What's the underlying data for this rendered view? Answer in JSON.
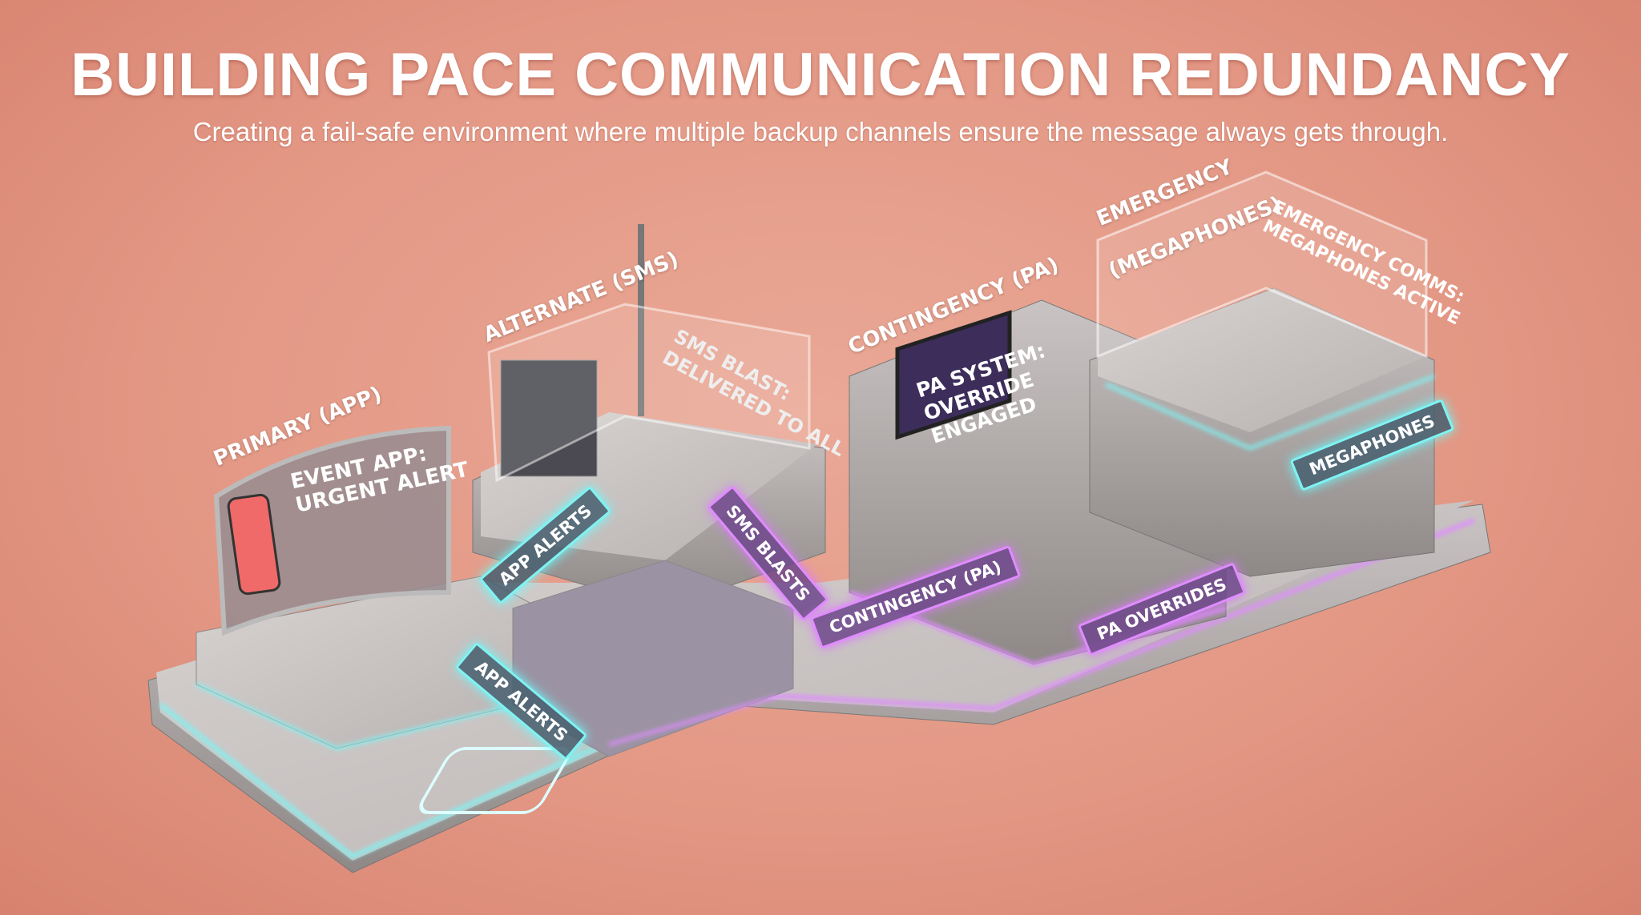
{
  "header": {
    "title": "BUILDING PACE COMMUNICATION REDUNDANCY",
    "subtitle": "Creating a fail-safe environment where multiple backup channels ensure the message always gets through."
  },
  "zones": {
    "primary": {
      "label": "PRIMARY (APP)",
      "screen": "EVENT APP:\nURGENT ALERT"
    },
    "alternate": {
      "label": "ALTERNATE (SMS)",
      "screen": "SMS BLAST:\nDELIVERED TO ALL"
    },
    "contingency": {
      "label": "CONTINGENCY (PA)",
      "screen": "PA SYSTEM:\nOVERRIDE\nENGAGED"
    },
    "emergency": {
      "label_line1": "EMERGENCY",
      "label_line2": "(MEGAPHONES)",
      "screen": "EMERGENCY COMMS:\nMEGAPHONES ACTIVE"
    }
  },
  "arrows": {
    "app_alerts_upper": "APP ALERTS",
    "app_alerts_lower": "APP ALERTS",
    "sms_blasts": "SMS BLASTS",
    "contingency_pa": "CONTINGENCY (PA)",
    "pa_overrides": "PA OVERRIDES",
    "megaphones": "MEGAPHONES"
  },
  "colors": {
    "background": "#e39885",
    "cyan_glow": "#7ff3f3",
    "purple_glow": "#e08cff",
    "platform": "#a9a4a4"
  }
}
